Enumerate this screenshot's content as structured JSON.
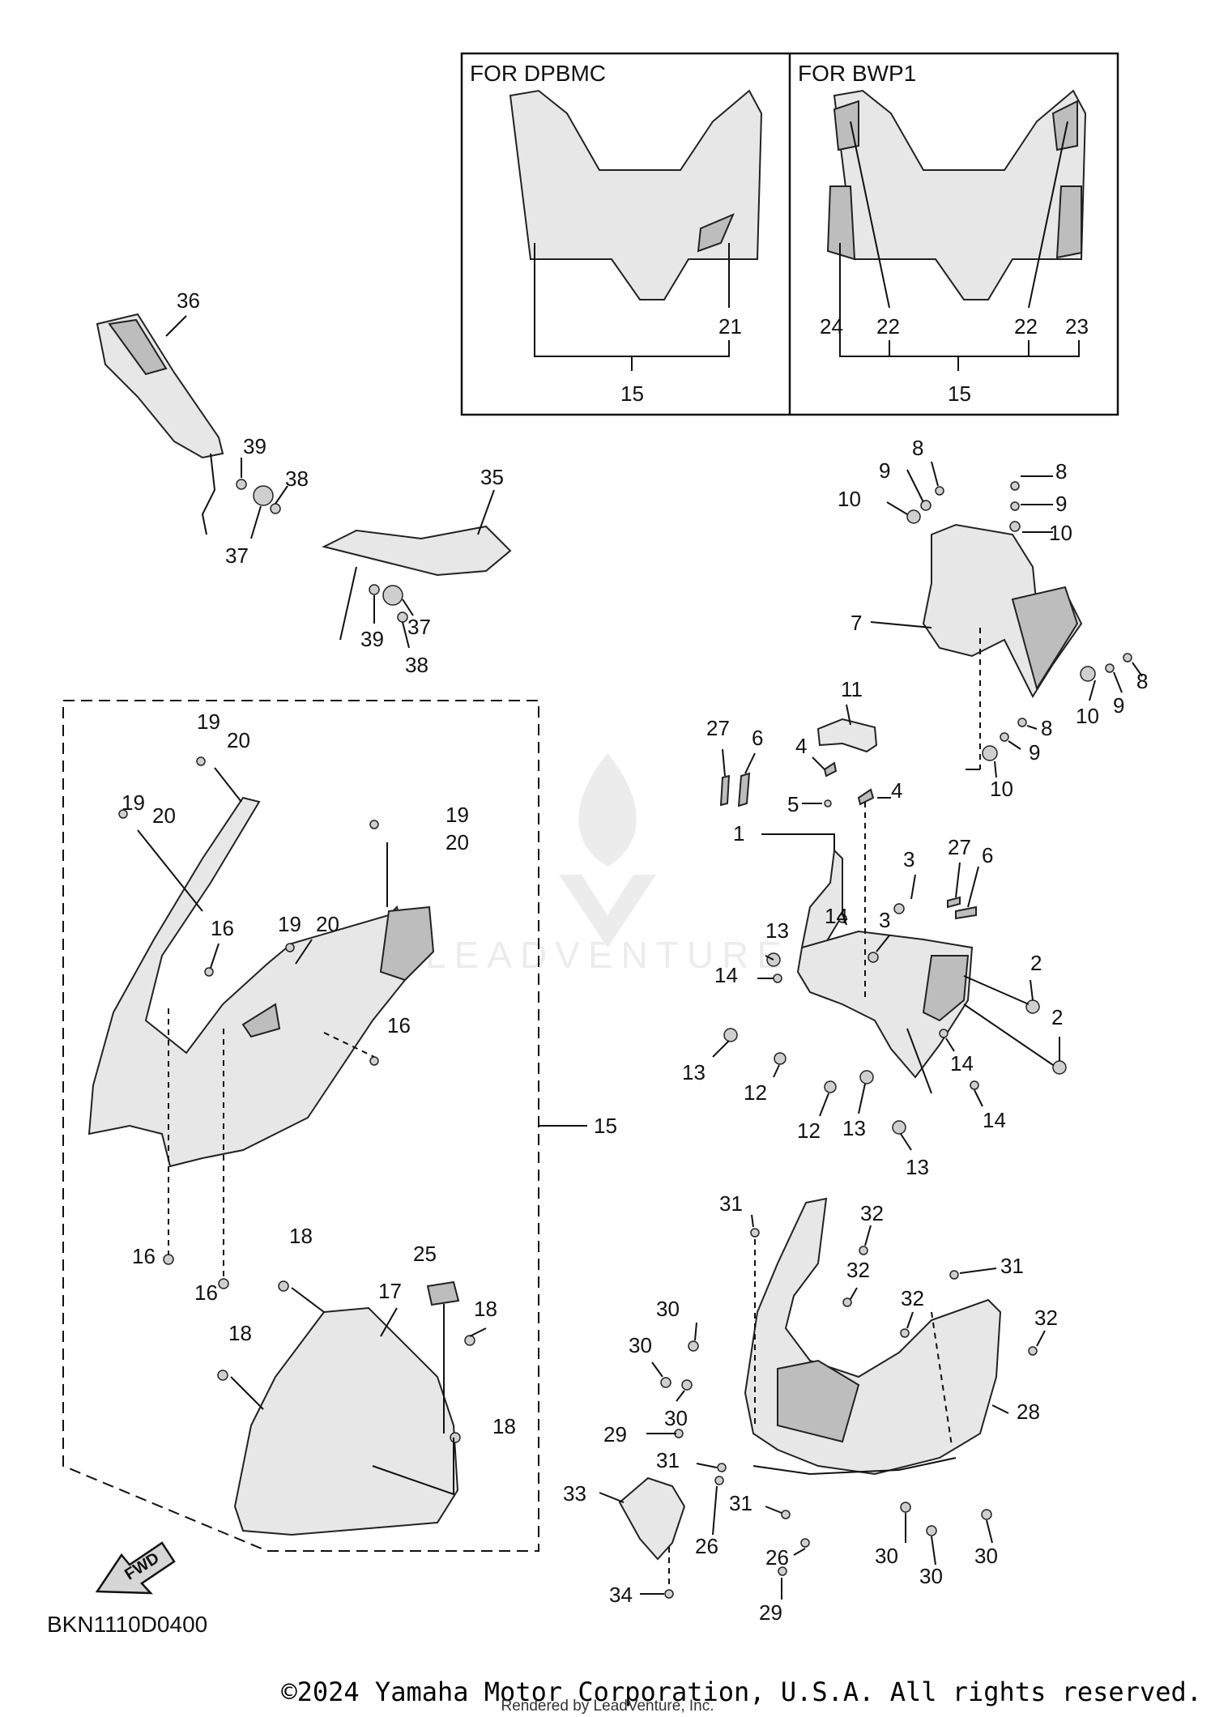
{
  "panels": {
    "left_title": "FOR DPBMC",
    "right_title": "FOR BWP1"
  },
  "callouts": {
    "c1": "1",
    "c2a": "2",
    "c2b": "2",
    "c3a": "3",
    "c3b": "3",
    "c4a": "4",
    "c4b": "4",
    "c5": "5",
    "c6a": "6",
    "c6b": "6",
    "c7": "7",
    "c8a": "8",
    "c8b": "8",
    "c8c": "8",
    "c8d": "8",
    "c9a": "9",
    "c9b": "9",
    "c9c": "9",
    "c9d": "9",
    "c10a": "10",
    "c10b": "10",
    "c10c": "10",
    "c10d": "10",
    "c11": "11",
    "c12a": "12",
    "c12b": "12",
    "c13a": "13",
    "c13b": "13",
    "c13c": "13",
    "c13d": "13",
    "c14a": "14",
    "c14b": "14",
    "c14c": "14",
    "c14d": "14",
    "c15a": "15",
    "c15b": "15",
    "c15c": "15",
    "c16a": "16",
    "c16b": "16",
    "c16c": "16",
    "c16d": "16",
    "c17": "17",
    "c18a": "18",
    "c18b": "18",
    "c18c": "18",
    "c18d": "18",
    "c19a": "19",
    "c19b": "19",
    "c19c": "19",
    "c19d": "19",
    "c20a": "20",
    "c20b": "20",
    "c20c": "20",
    "c20d": "20",
    "c21": "21",
    "c22a": "22",
    "c22b": "22",
    "c23": "23",
    "c24": "24",
    "c25": "25",
    "c26a": "26",
    "c26b": "26",
    "c27a": "27",
    "c27b": "27",
    "c28": "28",
    "c29a": "29",
    "c29b": "29",
    "c30a": "30",
    "c30b": "30",
    "c30c": "30",
    "c30d": "30",
    "c30e": "30",
    "c30f": "30",
    "c31a": "31",
    "c31b": "31",
    "c31c": "31",
    "c31d": "31",
    "c32a": "32",
    "c32b": "32",
    "c32c": "32",
    "c32d": "32",
    "c33": "33",
    "c34": "34",
    "c35": "35",
    "c36": "36",
    "c37a": "37",
    "c37b": "37",
    "c38a": "38",
    "c38b": "38",
    "c39a": "39",
    "c39b": "39"
  },
  "fwd_label": "FWD",
  "diagram_code": "BKN1110D0400",
  "watermark": "LEADVENTURE",
  "copyright": "©2024 Yamaha Motor Corporation, U.S.A. All rights reserved.",
  "render_note": "Rendered by LeadVenture, Inc."
}
